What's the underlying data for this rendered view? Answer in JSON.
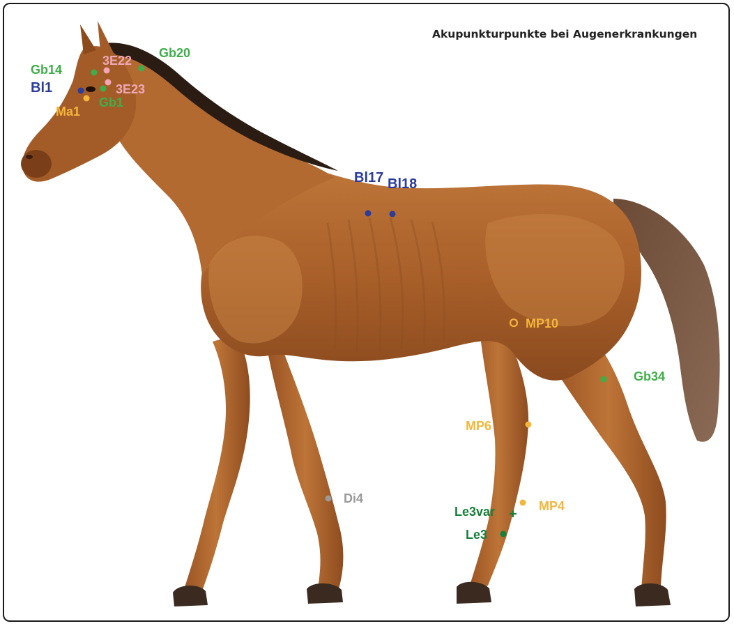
{
  "title": "Akupunkturpunkte bei Augenerkrankungen",
  "colors": {
    "bladder": "#2b3c9b",
    "gallbladder": "#3fae49",
    "stomach_spleen": "#f4b63a",
    "triple_heater": "#f1a7b6",
    "liver": "#17803a",
    "large_intestine": "#9a9a9a",
    "horse_body": "#b0652c",
    "horse_dark": "#6e3512",
    "mane": "#2a1c12",
    "hoof": "#3a2a20"
  },
  "points": [
    {
      "label": "Gb14",
      "color": "#3fae49"
    },
    {
      "label": "3E22",
      "color": "#f1a7b6"
    },
    {
      "label": "Gb20",
      "color": "#3fae49"
    },
    {
      "label": "Bl1",
      "color": "#2b3c9b"
    },
    {
      "label": "3E23",
      "color": "#f1a7b6"
    },
    {
      "label": "Ma1",
      "color": "#f4b63a"
    },
    {
      "label": "Gb1",
      "color": "#3fae49"
    },
    {
      "label": "Bl17",
      "color": "#2b3c9b"
    },
    {
      "label": "Bl18",
      "color": "#2b3c9b"
    },
    {
      "label": "MP10",
      "color": "#f4b63a"
    },
    {
      "label": "Gb34",
      "color": "#3fae49"
    },
    {
      "label": "MP6",
      "color": "#f4b63a"
    },
    {
      "label": "Di4",
      "color": "#9a9a9a"
    },
    {
      "label": "Le3var",
      "color": "#17803a"
    },
    {
      "label": "MP4",
      "color": "#f4b63a"
    },
    {
      "label": "Le3",
      "color": "#17803a"
    }
  ]
}
